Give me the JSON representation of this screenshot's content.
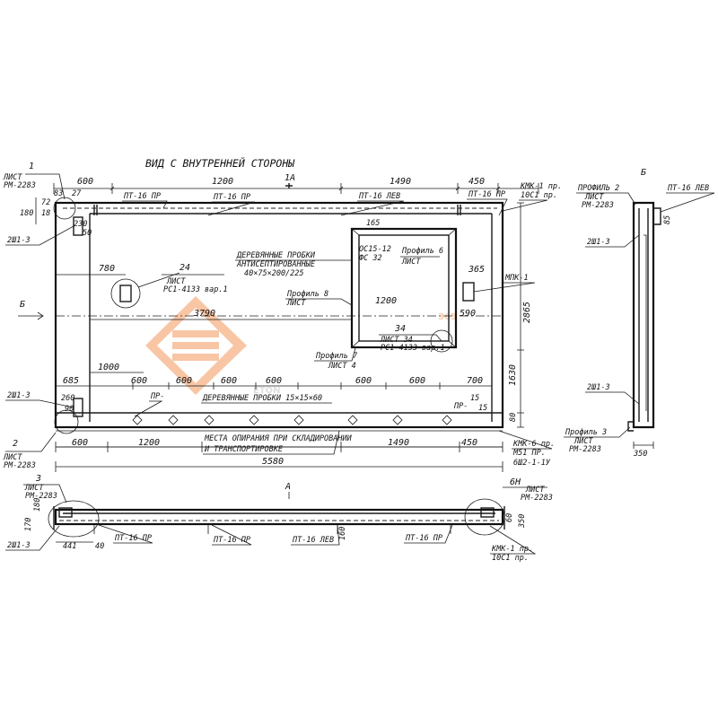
{
  "title": "ВИД С ВНУТРЕННЕЙ СТОРОНЫ",
  "watermark": {
    "brand": "ETON",
    "number": "365",
    "accent": "#f07a2a"
  },
  "section_marks": {
    "a_top": "1А",
    "a_bottom": "А",
    "b_left": "Б",
    "b_right": "Б"
  },
  "top_dims": {
    "d600": "600",
    "d1200": "1200",
    "d1490": "1490",
    "d450": "450"
  },
  "bottom_dims": {
    "d600": "600",
    "d1200": "1200",
    "d1490": "1490",
    "d450": "450",
    "total": "5580"
  },
  "left_dims": {
    "d180": "180",
    "d72": "72",
    "d18": "18",
    "d83": "83",
    "d27": "27",
    "d230": "230",
    "d50": "50",
    "d260": "260",
    "d90": "90"
  },
  "right_dims": {
    "d2865": "2865",
    "d1630": "1630",
    "d80": "80"
  },
  "callouts": {
    "c1": "1",
    "list_rm": "ЛИСТ",
    "rm2283": "РМ-2283",
    "c2": "2",
    "list_rm2": "ЛИСТ",
    "rm2283b": "РМ-2283",
    "c24": "24",
    "list_rc": "ЛИСТ",
    "rc4133": "РС1-4133 вар.1",
    "c34": "34",
    "list34": "ЛИСТ 34",
    "rc4133b": "РС1-4133 вар.1",
    "profile6": "Профиль 6",
    "list6": "ЛИСТ",
    "profile8": "Профиль 8",
    "list8": "ЛИСТ",
    "profile7": "Профиль 7",
    "list7": "ЛИСТ 4",
    "ds": "ОС15-12",
    "fs": "ФС 32"
  },
  "labels": {
    "pt16pr_a": "ПТ-16 ПР",
    "pt16pr_b": "ПТ-16 ПР",
    "pt16lev": "ПТ-16 ЛЕВ",
    "pt16pr_c": "ПТ-16 ПР",
    "kmk1": "КМК-1 пр.",
    "ds1": "10С1 пр.",
    "wood1": "ДЕРЕВЯННЫЕ ПРОБКИ",
    "wood2": "АНТИСЕПТИРОВАННЫЕ",
    "wood3": "40×75×200/225",
    "mpk1": "МПК-1",
    "d780": "780",
    "d3790": "3790",
    "d1200": "1200",
    "d1000": "1000",
    "d165": "165",
    "d365": "365",
    "d590": "590",
    "d685": "685",
    "d600a": "600",
    "d600b": "600",
    "d600c": "600",
    "d600d": "600",
    "d600e": "600",
    "d600f": "600",
    "d700": "700",
    "d15": "15",
    "d15b": "15",
    "wood_small": "ДЕРЕВЯННЫЕ ПРОБКИ 15×15×60",
    "pr_a": "ПР-",
    "pr_b": "ПР-",
    "sw13a": "2Ш1-3",
    "sw13b": "2Ш1-3",
    "support1": "МЕСТА ОПИРАНИЯ ПРИ СКЛАДИРОВАНИИ",
    "support2": "И ТРАНСПОРТИРОВКЕ",
    "kmk6": "КМК-6 пр.",
    "m51": "М51 ПР.",
    "sh2": "6Ш2-1-1У"
  },
  "plan": {
    "c3": "3",
    "list": "ЛИСТ",
    "rm": "РМ-2283",
    "d170": "170",
    "d180": "180",
    "sw": "2Ш1-3",
    "d441": "441",
    "d40": "40",
    "pt16pr_1": "ПТ-16 ПР",
    "pt16pr_2": "ПТ-16 ПР",
    "pt16lev": "ПТ-16 ЛЕВ",
    "d160": "160",
    "pt16pr_3": "ПТ-16 ПР",
    "c6n": "6Н",
    "list2": "ЛИСТ",
    "rm2": "РМ-2283",
    "d60": "60",
    "d350": "350",
    "kmk1": "КМК-1 пр.",
    "ds1": "10С1 пр."
  },
  "side": {
    "prof2": "ПРОФИЛЬ 2",
    "list": "ЛИСТ",
    "rm": "РМ-2283",
    "pt16lev": "ПТ-16 ЛЕВ",
    "d85": "85",
    "sw_a": "2Ш1-3",
    "sw_b": "2Ш1-3",
    "prof3": "Профиль 3",
    "list3": "ЛИСТ",
    "rm3": "РМ-2283",
    "d350": "350"
  }
}
